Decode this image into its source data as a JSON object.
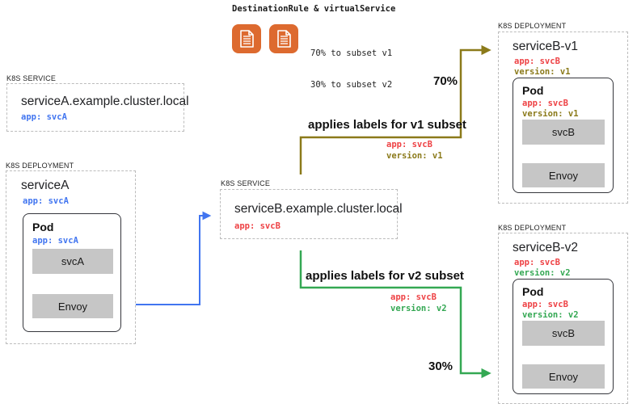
{
  "header": {
    "title": "DestinationRule & virtualService",
    "split_lines": [
      "70% to subset v1",
      "30% to subset v2"
    ]
  },
  "service_a": {
    "kind": "K8S SERVICE",
    "name": "serviceA.example.cluster.local",
    "app": "app: svcA"
  },
  "deployment_a": {
    "kind": "K8S DEPLOYMENT",
    "name": "serviceA",
    "app": "app: svcA",
    "pod": {
      "title": "Pod",
      "app": "app: svcA",
      "containers": [
        "svcA",
        "Envoy"
      ]
    }
  },
  "service_b": {
    "kind": "K8S SERVICE",
    "name": "serviceB.example.cluster.local",
    "app": "app: svcB"
  },
  "deployment_b_v1": {
    "kind": "K8S DEPLOYMENT",
    "name": "serviceB-v1",
    "app": "app: svcB",
    "version": "version: v1",
    "pod": {
      "title": "Pod",
      "app": "app: svcB",
      "version": "version: v1",
      "containers": [
        "svcB",
        "Envoy"
      ]
    }
  },
  "deployment_b_v2": {
    "kind": "K8S DEPLOYMENT",
    "name": "serviceB-v2",
    "app": "app: svcB",
    "version": "version: v2",
    "pod": {
      "title": "Pod",
      "app": "app: svcB",
      "version": "version: v2",
      "containers": [
        "svcB",
        "Envoy"
      ]
    }
  },
  "routes": {
    "v1": {
      "percent": "70%",
      "caption": "applies labels for v1 subset",
      "app": "app: svcB",
      "version": "version: v1"
    },
    "v2": {
      "percent": "30%",
      "caption": "applies labels for v2 subset",
      "app": "app: svcB",
      "version": "version: v2"
    }
  },
  "colors": {
    "blue": "#4175f0",
    "red": "#ee4245",
    "olive": "#8b7a1a",
    "green": "#34a853",
    "icon_orange": "#dd6a2f",
    "container_gray": "#c6c6c6"
  }
}
